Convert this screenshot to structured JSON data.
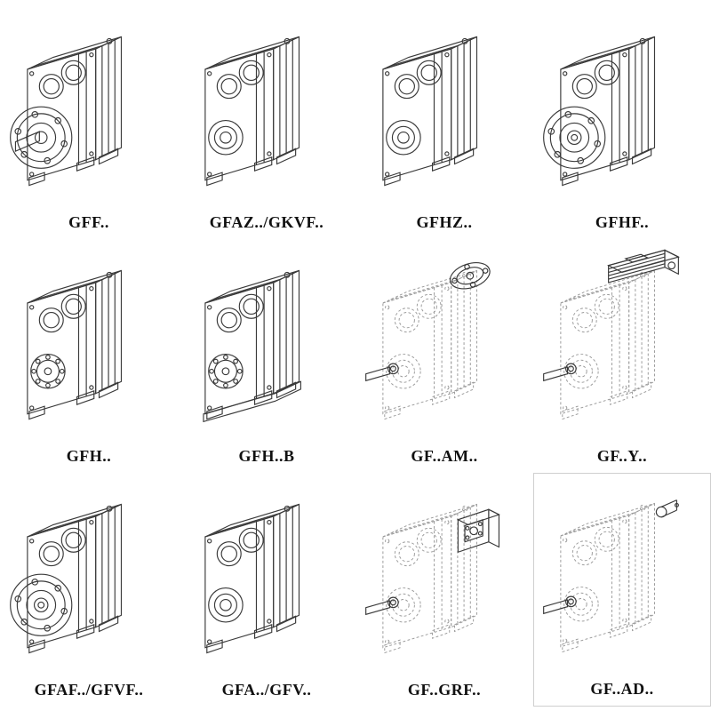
{
  "page": {
    "background": "#ffffff",
    "description": "Catalog sheet of parallel shaft helical gearbox model variants"
  },
  "colors": {
    "ink": "#3a3a3a",
    "dashed_ink": "#9a9a9a"
  },
  "items": [
    {
      "label": "GFF..",
      "variant": "flange-shaft",
      "line_style": "solid"
    },
    {
      "label": "GFAZ../GKVF..",
      "variant": "hollow",
      "line_style": "solid"
    },
    {
      "label": "GFHZ..",
      "variant": "hollow",
      "line_style": "solid"
    },
    {
      "label": "GFHF..",
      "variant": "flange",
      "line_style": "solid"
    },
    {
      "label": "GFH..",
      "variant": "bearing",
      "line_style": "solid"
    },
    {
      "label": "GFH..B",
      "variant": "bearing-foot",
      "line_style": "solid"
    },
    {
      "label": "GF..AM..",
      "variant": "input-flange",
      "line_style": "dashed"
    },
    {
      "label": "GF..Y..",
      "variant": "motor",
      "line_style": "dashed"
    },
    {
      "label": "GFAF../GFVF..",
      "variant": "flange",
      "line_style": "solid"
    },
    {
      "label": "GFA../GFV..",
      "variant": "hollow",
      "line_style": "solid"
    },
    {
      "label": "GF..GRF..",
      "variant": "input-adapter",
      "line_style": "dashed"
    },
    {
      "label": "GF..AD..",
      "variant": "input-shaft",
      "line_style": "dashed",
      "boxed": true
    }
  ]
}
